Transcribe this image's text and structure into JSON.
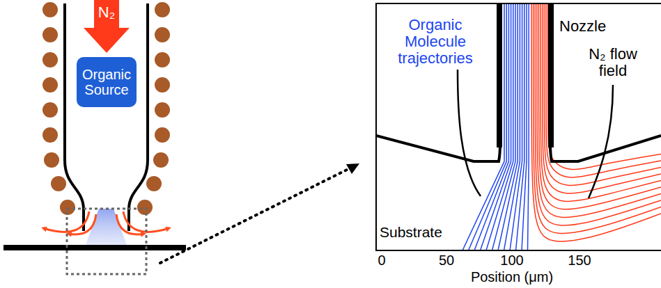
{
  "diagram": {
    "nodes": [
      {
        "text": [
          "N₂"
        ]
      },
      {
        "text": [
          "Organic Source"
        ]
      }
    ],
    "labels": [
      "Organic Molecule trajectories",
      "Nozzle",
      "N₂ flow field",
      "Substrate",
      "0",
      "50",
      "100",
      "150",
      "Position (μm)"
    ]
  }
}
